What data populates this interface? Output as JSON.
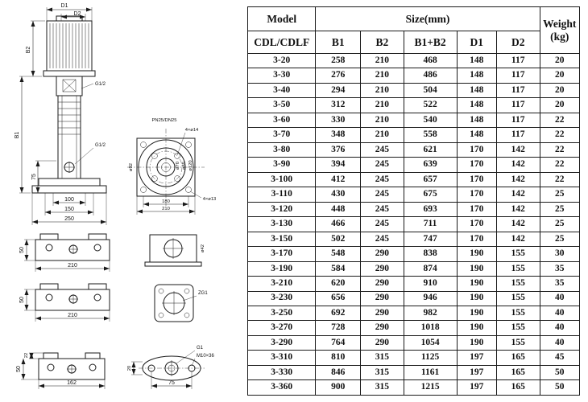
{
  "meta": {
    "background": "#ffffff",
    "line_color": "#1a1a1a"
  },
  "drawing": {
    "pump": {
      "d1": "D1",
      "d2": "D2",
      "b1": "B1",
      "b2": "B2",
      "g12_upper": "G1/2",
      "g12_lower": "G1/2",
      "dim_75": "75",
      "dim_100": "100",
      "dim_150": "150",
      "dim_250": "250"
    },
    "flange": {
      "title": "PN25/DN25",
      "holes_top": "4×ø14",
      "dia_left": "ø92",
      "dia_70": "ø70",
      "dia_85": "ø85",
      "dia_120": "ø120",
      "dim_180": "180",
      "dim_210": "210",
      "holes_bottom": "4×ø13"
    },
    "base_row1": {
      "dim_50": "50",
      "dim_210": "210",
      "dia_42": "ø42"
    },
    "base_row2": {
      "dim_50": "50",
      "dim_210": "210",
      "thread": "ZG1"
    },
    "base_row3": {
      "dim_22": "22",
      "dim_50": "50",
      "dim_162": "162"
    },
    "oval_flange": {
      "thread": "G1",
      "stud": "M10×36",
      "dim_20": "20",
      "dim_75": "75"
    }
  },
  "table": {
    "header": {
      "model": "Model",
      "size": "Size(mm)",
      "weight_line1": "Weight",
      "weight_line2": "(kg)",
      "model_sub": "CDL/CDLF",
      "size_cols": [
        "B1",
        "B2",
        "B1+B2",
        "D1",
        "D2"
      ]
    },
    "rows": [
      [
        "3-20",
        "258",
        "210",
        "468",
        "148",
        "117",
        "20"
      ],
      [
        "3-30",
        "276",
        "210",
        "486",
        "148",
        "117",
        "20"
      ],
      [
        "3-40",
        "294",
        "210",
        "504",
        "148",
        "117",
        "20"
      ],
      [
        "3-50",
        "312",
        "210",
        "522",
        "148",
        "117",
        "20"
      ],
      [
        "3-60",
        "330",
        "210",
        "540",
        "148",
        "117",
        "22"
      ],
      [
        "3-70",
        "348",
        "210",
        "558",
        "148",
        "117",
        "22"
      ],
      [
        "3-80",
        "376",
        "245",
        "621",
        "170",
        "142",
        "22"
      ],
      [
        "3-90",
        "394",
        "245",
        "639",
        "170",
        "142",
        "22"
      ],
      [
        "3-100",
        "412",
        "245",
        "657",
        "170",
        "142",
        "22"
      ],
      [
        "3-110",
        "430",
        "245",
        "675",
        "170",
        "142",
        "25"
      ],
      [
        "3-120",
        "448",
        "245",
        "693",
        "170",
        "142",
        "25"
      ],
      [
        "3-130",
        "466",
        "245",
        "711",
        "170",
        "142",
        "25"
      ],
      [
        "3-150",
        "502",
        "245",
        "747",
        "170",
        "142",
        "25"
      ],
      [
        "3-170",
        "548",
        "290",
        "838",
        "190",
        "155",
        "30"
      ],
      [
        "3-190",
        "584",
        "290",
        "874",
        "190",
        "155",
        "35"
      ],
      [
        "3-210",
        "620",
        "290",
        "910",
        "190",
        "155",
        "35"
      ],
      [
        "3-230",
        "656",
        "290",
        "946",
        "190",
        "155",
        "40"
      ],
      [
        "3-250",
        "692",
        "290",
        "982",
        "190",
        "155",
        "40"
      ],
      [
        "3-270",
        "728",
        "290",
        "1018",
        "190",
        "155",
        "40"
      ],
      [
        "3-290",
        "764",
        "290",
        "1054",
        "190",
        "155",
        "40"
      ],
      [
        "3-310",
        "810",
        "315",
        "1125",
        "197",
        "165",
        "45"
      ],
      [
        "3-330",
        "846",
        "315",
        "1161",
        "197",
        "165",
        "50"
      ],
      [
        "3-360",
        "900",
        "315",
        "1215",
        "197",
        "165",
        "50"
      ]
    ]
  }
}
